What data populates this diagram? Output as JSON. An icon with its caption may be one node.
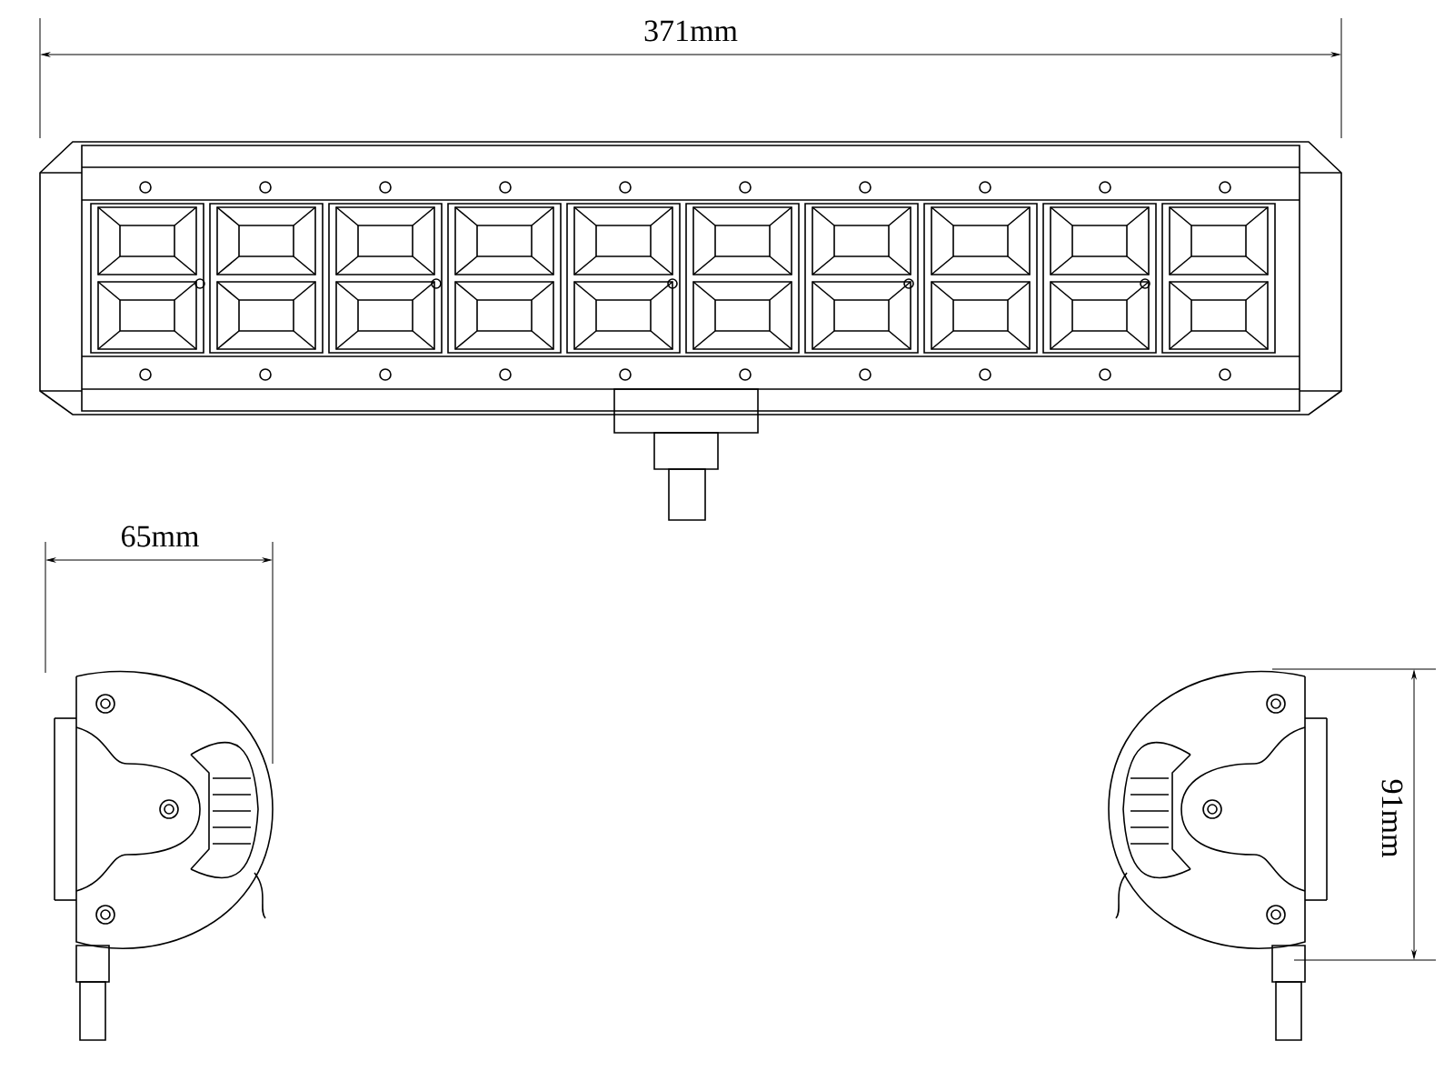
{
  "diagram": {
    "labels": [
      "371mm",
      "65mm",
      "91mm"
    ]
  }
}
